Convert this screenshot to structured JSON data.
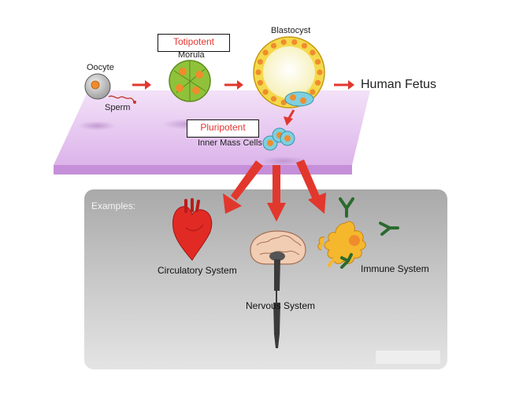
{
  "labels": {
    "oocyte": "Oocyte",
    "sperm": "Sperm",
    "morula": "Morula",
    "blastocyst": "Blastocyst",
    "human_fetus": "Human Fetus",
    "inner_mass_cells": "Inner Mass Cells",
    "totipotent": "Totipotent",
    "pluripotent": "Pluripotent",
    "examples": "Examples:",
    "circulatory": "Circulatory System",
    "nervous": "Nervous System",
    "immune": "Immune System"
  },
  "colors": {
    "arrow": "#e2372d",
    "highlight_text": "#e3342f",
    "platform": "#e2c2ee",
    "panel": "#bdbdbd",
    "morula": "#8fc23a",
    "blastocyst_cell": "#f0c419",
    "heart": "#e22a25",
    "immune_cell": "#f5b72c"
  }
}
